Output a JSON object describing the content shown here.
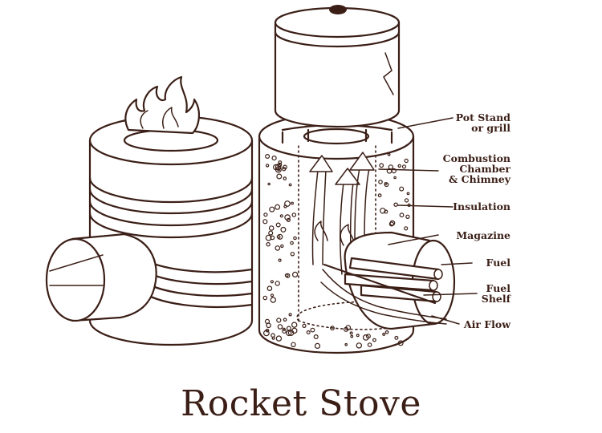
{
  "title": "Rocket Stove",
  "labels": {
    "pot_stand": [
      "Pot Stand",
      "or grill"
    ],
    "combustion": [
      "Combustion",
      "Chamber",
      "& Chimney"
    ],
    "insulation": [
      "Insulation"
    ],
    "magazine": [
      "Magazine"
    ],
    "fuel": [
      "Fuel"
    ],
    "fuel_shelf": [
      "Fuel",
      "Shelf"
    ],
    "air_flow": [
      "Air Flow"
    ]
  },
  "colors": {
    "ink": "#3b1f17",
    "background": "#ffffff"
  }
}
